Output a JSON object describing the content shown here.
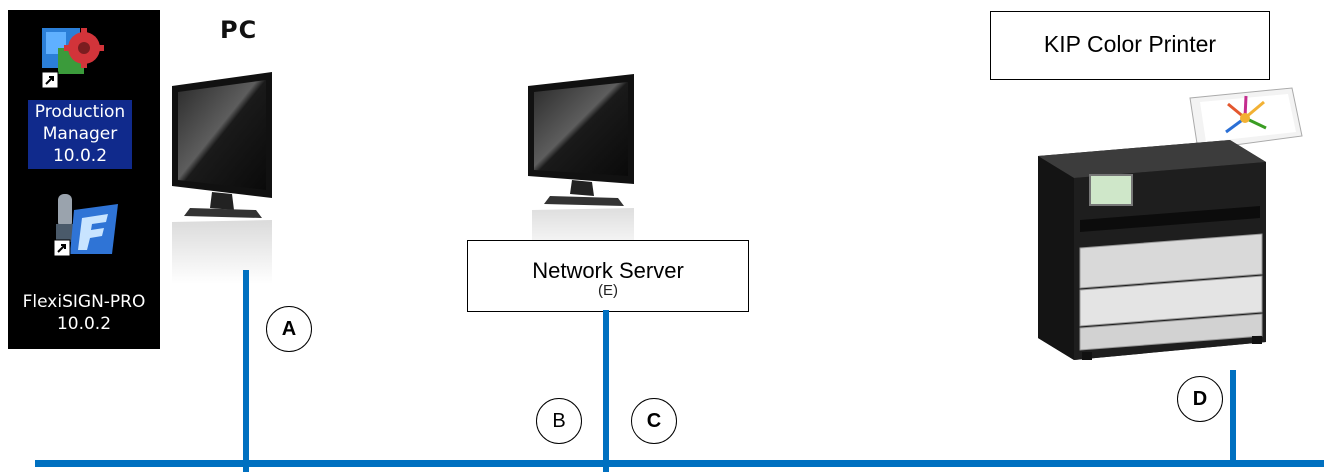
{
  "desktop": {
    "production_manager": {
      "line1": "Production",
      "line2": "Manager",
      "line3": "10.0.2"
    },
    "flexisign": {
      "line1": "FlexiSIGN-PRO",
      "line2": "10.0.2"
    }
  },
  "pc": {
    "title": "PC"
  },
  "server": {
    "label": "Network Server",
    "sublabel": "(E)"
  },
  "printer": {
    "label": "KIP Color Printer"
  },
  "connections": {
    "a": "A",
    "b": "B",
    "c": "C",
    "d": "D"
  },
  "colors": {
    "network_line": "#0070c0",
    "desktop_bg": "#000000",
    "selection": "#102a8c"
  }
}
